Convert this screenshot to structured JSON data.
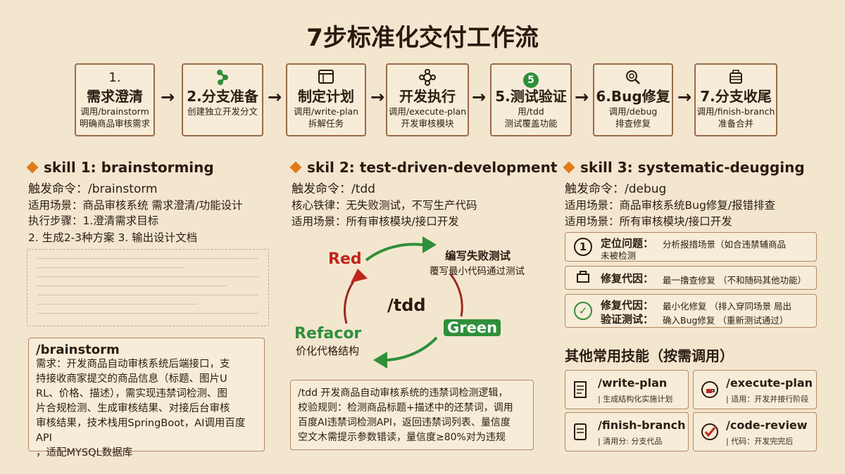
{
  "title": "7步标准化交付工作流",
  "steps": [
    {
      "icon": "1.",
      "name": "需求澄清",
      "sub1": "调用/brainstorm",
      "sub2": "明确商品审核需求"
    },
    {
      "icon": "branch",
      "name": "2.分支准备",
      "sub1": "创建独立开发分文",
      "sub2": ""
    },
    {
      "icon": "doc",
      "name": "制定计划",
      "sub1": "调用/write-plan",
      "sub2": "拆解任务"
    },
    {
      "icon": "gear",
      "name": "开发执行",
      "sub1": "调用/execute-plan",
      "sub2": "开发审核模块"
    },
    {
      "icon": "5",
      "name": "5.测试验证",
      "sub1": "用/tdd",
      "sub2": "测试覆盖功能"
    },
    {
      "icon": "search",
      "name": "6.Bug修复",
      "sub1": "调用/debug",
      "sub2": "排查修复"
    },
    {
      "icon": "box",
      "name": "7.分支收尾",
      "sub1": "调用/finish-branch",
      "sub2": "准备合并"
    }
  ],
  "arrow_glyph": "→",
  "skill1": {
    "head": "skill 1: brainstorming",
    "lines": [
      "触发命令：/brainstorm",
      "适用场景：商品审核系统 需求澄清/功能设计",
      "执行步骤：1.澄清需求目标",
      "2. 生成2-3种方案       3. 输出设计文档"
    ],
    "prompt_title": "/brainstorm",
    "prompt_lines": [
      "需求：开发商品自动审核系统后端接口，支",
      "持接收商家提交的商品信息（标题、图片U",
      "RL、价格、描述），需实现违禁词检测、图",
      "片合规检测、生成审核结果、对接后台审核",
      "审核结果，技术栈用SpringBoot，AI调用百度API",
      "，适配MYSQL数据库"
    ]
  },
  "skill2": {
    "head": "skil 2: test-driven-development",
    "lines": [
      "触发命令：/tdd",
      "核心铁律：无失败测试，不写生产代码",
      "适用场景：所有审核模块/接口开发"
    ],
    "cycle_center": "/tdd",
    "red": "Red",
    "green": "Green",
    "refactor": "Refacor",
    "red_note1": "编写失败测试",
    "red_note2": "覆写最小代码通过测试",
    "refactor_note": "价化代格结构",
    "prompt_lines": [
      "/tdd 开发商品自动审核系统的违禁词检测逻辑，",
      "校验规则：检测商品标题+描述中的还禁词，调用",
      "百度AI违禁词检测API，返回违禁词列表、量信度",
      "空文木需提示参数错读，量信度≥80%对为违规"
    ]
  },
  "skill3": {
    "head": "skill 3: systematic-deugging",
    "lines": [
      "触发命令：/debug",
      "适用场景：商品审核系统Bug修复/报错排查",
      "适用场景：所有审核模块/接口开发"
    ],
    "rows": [
      {
        "icon": "1",
        "label": "定位问题：",
        "label2": "",
        "text1": "分析报措场景（如合违禁辅商品",
        "text2": "未被检测"
      },
      {
        "icon": "wrench",
        "label": "修复代因：",
        "label2": "",
        "text1": "最一撸查修复 （不和随码其他功能）",
        "text2": ""
      },
      {
        "icon": "check",
        "label": "修复代因：",
        "label2": "验证测试：",
        "text1": "最小化修复     （排入穿同场景  局出",
        "text2": "确入Bug修复     （重新测试通过）"
      }
    ]
  },
  "other": {
    "title": "其他常用技能（按需调用）",
    "cards": [
      {
        "icon": "doc",
        "name": "/write-plan",
        "desc": "| 生成结构化实施计划"
      },
      {
        "icon": "cup",
        "name": "/execute-plan",
        "desc": "| 适用：开发并接行阶段"
      },
      {
        "icon": "page",
        "name": "/finish-branch",
        "desc": "| 清用分: 分支代品"
      },
      {
        "icon": "check",
        "name": "/code-review",
        "desc": "| 代码：开发完完后"
      }
    ]
  },
  "colors": {
    "accent": "#e07b1a",
    "red": "#c0261b",
    "green": "#2f8f3a",
    "border": "#9a6b4a"
  }
}
